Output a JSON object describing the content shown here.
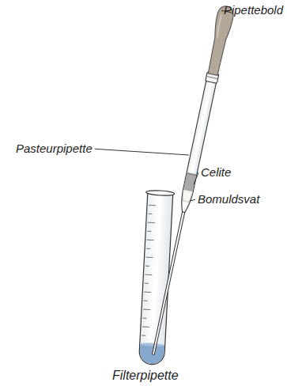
{
  "diagram": {
    "caption": "Filterpipette",
    "labels": [
      "Pipettebold",
      "Pasteurpipette",
      "Celite",
      "Bomuldsvat"
    ]
  }
}
